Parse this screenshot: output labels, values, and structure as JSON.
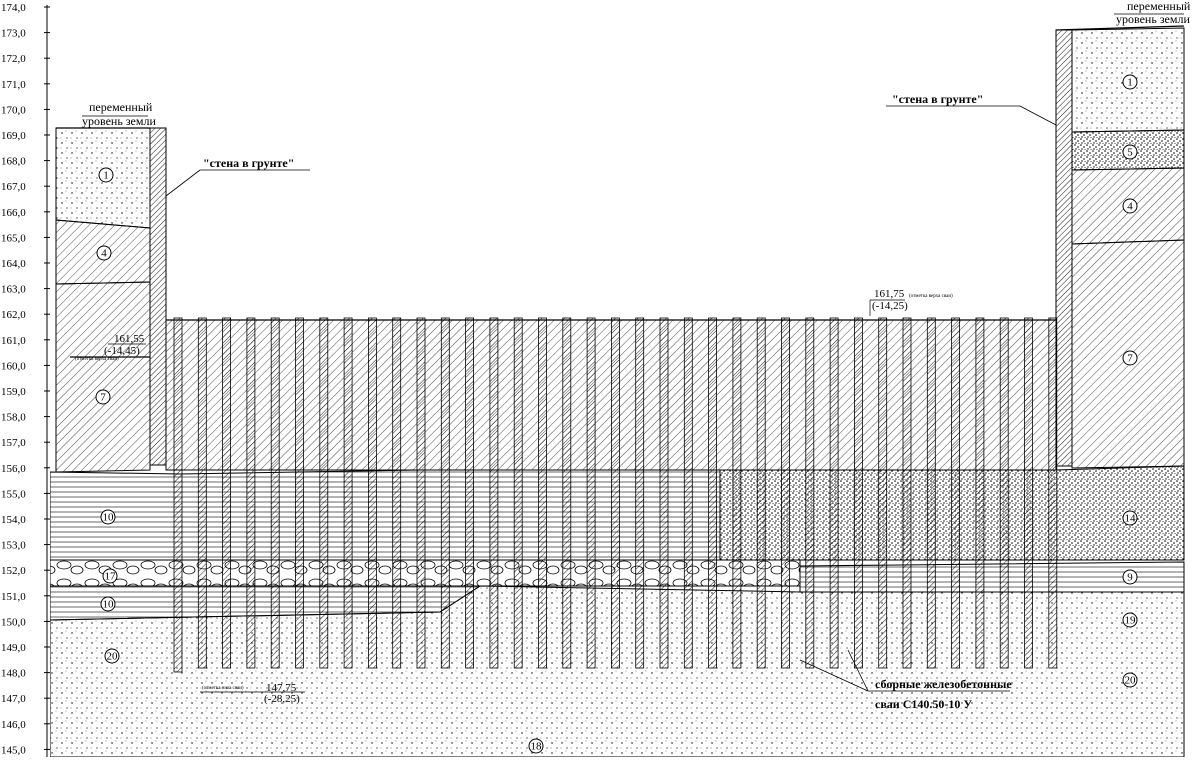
{
  "axis": {
    "ticks": [
      "174,0",
      "173,0",
      "172,0",
      "171,0",
      "170,0",
      "169,0",
      "168,0",
      "167,0",
      "166,0",
      "165,0",
      "164,0",
      "163,0",
      "162,0",
      "161,0",
      "160,0",
      "159,0",
      "158,0",
      "157,0",
      "156,0",
      "155,0",
      "154,0",
      "153,0",
      "152,0",
      "151,0",
      "150,0",
      "149,0",
      "148,0",
      "147,0",
      "146,0",
      "145,0"
    ]
  },
  "left_wall": {
    "ground_line1": "переменный",
    "ground_line2": "уровень земли",
    "callout": "\"стена в грунте\"",
    "elev": "161,55",
    "elev_rel": "(-14,45)",
    "elev_note": "(отметка верха сваи)"
  },
  "right_wall": {
    "ground_line1": "переменный",
    "ground_line2": "уровень земли",
    "callout": "\"стена в грунте\""
  },
  "pile_top": {
    "elev": "161,75",
    "elev_rel": "(-14,25)",
    "note": "(отметка верха сваи)"
  },
  "pile_bottom": {
    "elev": "147,75",
    "elev_rel": "(-28,25)",
    "note": "(отметка низа сваи)"
  },
  "piles_label": {
    "line1": "сборные железобетонные",
    "line2": "сваи С140.50-10 У"
  },
  "layers": [
    "1",
    "4",
    "7",
    "10",
    "17",
    "10",
    "20",
    "1",
    "5",
    "4",
    "7",
    "14",
    "9",
    "19",
    "20",
    "18"
  ],
  "colors": {
    "line": "#000000",
    "background": "#ffffff"
  }
}
